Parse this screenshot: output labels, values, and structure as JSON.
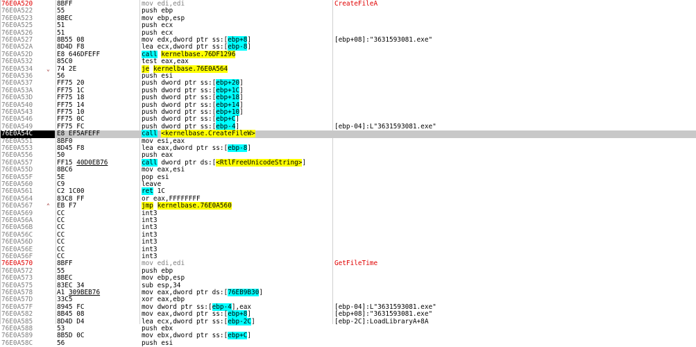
{
  "rows": [
    {
      "addr": "76E0A520",
      "func": true,
      "arrow": "",
      "bytes": "8BFF",
      "instr": "mov edi,edi",
      "comment": "CreateFileA",
      "commentRed": true
    },
    {
      "addr": "76E0A522",
      "arrow": "",
      "bytes": "55",
      "instr": "push ebp",
      "comment": ""
    },
    {
      "addr": "76E0A523",
      "arrow": "",
      "bytes": "8BEC",
      "instr": "mov ebp,esp",
      "comment": ""
    },
    {
      "addr": "76E0A525",
      "arrow": "",
      "bytes": "51",
      "instr": "push ecx",
      "comment": ""
    },
    {
      "addr": "76E0A526",
      "arrow": "",
      "bytes": "51",
      "instr": "push ecx",
      "comment": ""
    },
    {
      "addr": "76E0A527",
      "arrow": "",
      "bytes": "8B55 08",
      "instr": "mov edx,dword ptr ss:[ebp+8]",
      "comment": "[ebp+08]:\"3631593081.exe\""
    },
    {
      "addr": "76E0A52A",
      "arrow": "",
      "bytes": "8D4D F8",
      "instr": "lea ecx,dword ptr ss:[ebp-8]",
      "comment": ""
    },
    {
      "addr": "76E0A52D",
      "arrow": "",
      "bytes": "E8 646DFEFF",
      "instr": "call kernelbase.76DF1296",
      "comment": ""
    },
    {
      "addr": "76E0A532",
      "arrow": "",
      "bytes": "85C0",
      "instr": "test eax,eax",
      "comment": ""
    },
    {
      "addr": "76E0A534",
      "arrow": "v",
      "bytes": "74 2E",
      "instr": "je kernelbase.76E0A564",
      "comment": ""
    },
    {
      "addr": "76E0A536",
      "arrow": "",
      "bytes": "56",
      "instr": "push esi",
      "comment": ""
    },
    {
      "addr": "76E0A537",
      "arrow": "",
      "bytes": "FF75 20",
      "instr": "push dword ptr ss:[ebp+20]",
      "comment": ""
    },
    {
      "addr": "76E0A53A",
      "arrow": "",
      "bytes": "FF75 1C",
      "instr": "push dword ptr ss:[ebp+1C]",
      "comment": ""
    },
    {
      "addr": "76E0A53D",
      "arrow": "",
      "bytes": "FF75 18",
      "instr": "push dword ptr ss:[ebp+18]",
      "comment": ""
    },
    {
      "addr": "76E0A540",
      "arrow": "",
      "bytes": "FF75 14",
      "instr": "push dword ptr ss:[ebp+14]",
      "comment": ""
    },
    {
      "addr": "76E0A543",
      "arrow": "",
      "bytes": "FF75 10",
      "instr": "push dword ptr ss:[ebp+10]",
      "comment": ""
    },
    {
      "addr": "76E0A546",
      "arrow": "",
      "bytes": "FF75 0C",
      "instr": "push dword ptr ss:[ebp+C]",
      "comment": ""
    },
    {
      "addr": "76E0A549",
      "arrow": "",
      "bytes": "FF75 FC",
      "instr": "push dword ptr ss:[ebp-4]",
      "comment": "[ebp-04]:L\"3631593081.exe\""
    },
    {
      "addr": "76E0A54C",
      "current": true,
      "arrow": "",
      "bytes": "E8 EF5AFEFF",
      "instr": "call <kernelbase.CreateFileW>",
      "comment": ""
    },
    {
      "addr": "76E0A551",
      "arrow": "",
      "bytes": "8BF0",
      "instr": "mov esi,eax",
      "comment": ""
    },
    {
      "addr": "76E0A553",
      "arrow": "",
      "bytes": "8D45 F8",
      "instr": "lea eax,dword ptr ss:[ebp-8]",
      "comment": ""
    },
    {
      "addr": "76E0A556",
      "arrow": "",
      "bytes": "50",
      "instr": "push eax",
      "comment": ""
    },
    {
      "addr": "76E0A557",
      "arrow": "",
      "bytes": "FF15 40D0EB76",
      "instr": "call dword ptr ds:[<RtlFreeUnicodeString>]",
      "comment": ""
    },
    {
      "addr": "76E0A55D",
      "arrow": "",
      "bytes": "8BC6",
      "instr": "mov eax,esi",
      "comment": ""
    },
    {
      "addr": "76E0A55F",
      "arrow": "",
      "bytes": "5E",
      "instr": "pop esi",
      "comment": ""
    },
    {
      "addr": "76E0A560",
      "arrow": "",
      "bytes": "C9",
      "instr": "leave",
      "comment": ""
    },
    {
      "addr": "76E0A561",
      "arrow": "",
      "bytes": "C2 1C00",
      "instr": "ret 1C",
      "comment": ""
    },
    {
      "addr": "76E0A564",
      "arrow": "",
      "bytes": "83C8 FF",
      "instr": "or eax,FFFFFFFF",
      "comment": ""
    },
    {
      "addr": "76E0A567",
      "arrow": "^",
      "bytes": "EB F7",
      "instr": "jmp kernelbase.76E0A560",
      "comment": ""
    },
    {
      "addr": "76E0A569",
      "arrow": "",
      "bytes": "CC",
      "instr": "int3",
      "comment": ""
    },
    {
      "addr": "76E0A56A",
      "arrow": "",
      "bytes": "CC",
      "instr": "int3",
      "comment": ""
    },
    {
      "addr": "76E0A56B",
      "arrow": "",
      "bytes": "CC",
      "instr": "int3",
      "comment": ""
    },
    {
      "addr": "76E0A56C",
      "arrow": "",
      "bytes": "CC",
      "instr": "int3",
      "comment": ""
    },
    {
      "addr": "76E0A56D",
      "arrow": "",
      "bytes": "CC",
      "instr": "int3",
      "comment": ""
    },
    {
      "addr": "76E0A56E",
      "arrow": "",
      "bytes": "CC",
      "instr": "int3",
      "comment": ""
    },
    {
      "addr": "76E0A56F",
      "arrow": "",
      "bytes": "CC",
      "instr": "int3",
      "comment": ""
    },
    {
      "addr": "76E0A570",
      "func": true,
      "arrow": "",
      "bytes": "8BFF",
      "instr": "mov edi,edi",
      "comment": "GetFileTime",
      "commentRed": true
    },
    {
      "addr": "76E0A572",
      "arrow": "",
      "bytes": "55",
      "instr": "push ebp",
      "comment": ""
    },
    {
      "addr": "76E0A573",
      "arrow": "",
      "bytes": "8BEC",
      "instr": "mov ebp,esp",
      "comment": ""
    },
    {
      "addr": "76E0A575",
      "arrow": "",
      "bytes": "83EC 34",
      "instr": "sub esp,34",
      "comment": ""
    },
    {
      "addr": "76E0A578",
      "arrow": "",
      "bytes": "A1 309BEB76",
      "instr": "mov eax,dword ptr ds:[76EB9B30]",
      "comment": ""
    },
    {
      "addr": "76E0A57D",
      "arrow": "",
      "bytes": "33C5",
      "instr": "xor eax,ebp",
      "comment": ""
    },
    {
      "addr": "76E0A57F",
      "arrow": "",
      "bytes": "8945 FC",
      "instr": "mov dword ptr ss:[ebp-4],eax",
      "comment": "[ebp-04]:L\"3631593081.exe\""
    },
    {
      "addr": "76E0A582",
      "arrow": "",
      "bytes": "8B45 08",
      "instr": "mov eax,dword ptr ss:[ebp+8]",
      "comment": "[ebp+08]:\"3631593081.exe\""
    },
    {
      "addr": "76E0A585",
      "arrow": "",
      "bytes": "8D4D D4",
      "instr": "lea ecx,dword ptr ss:[ebp-2C]",
      "comment": "[ebp-2C]:LoadLibraryA+8A"
    },
    {
      "addr": "76E0A588",
      "arrow": "",
      "bytes": "53",
      "instr": "push ebx",
      "comment": ""
    },
    {
      "addr": "76E0A589",
      "arrow": "",
      "bytes": "8B5D 0C",
      "instr": "mov ebx,dword ptr ss:[ebp+C]",
      "comment": ""
    },
    {
      "addr": "76E0A58C",
      "arrow": "",
      "bytes": "56",
      "instr": "push esi",
      "comment": ""
    }
  ]
}
